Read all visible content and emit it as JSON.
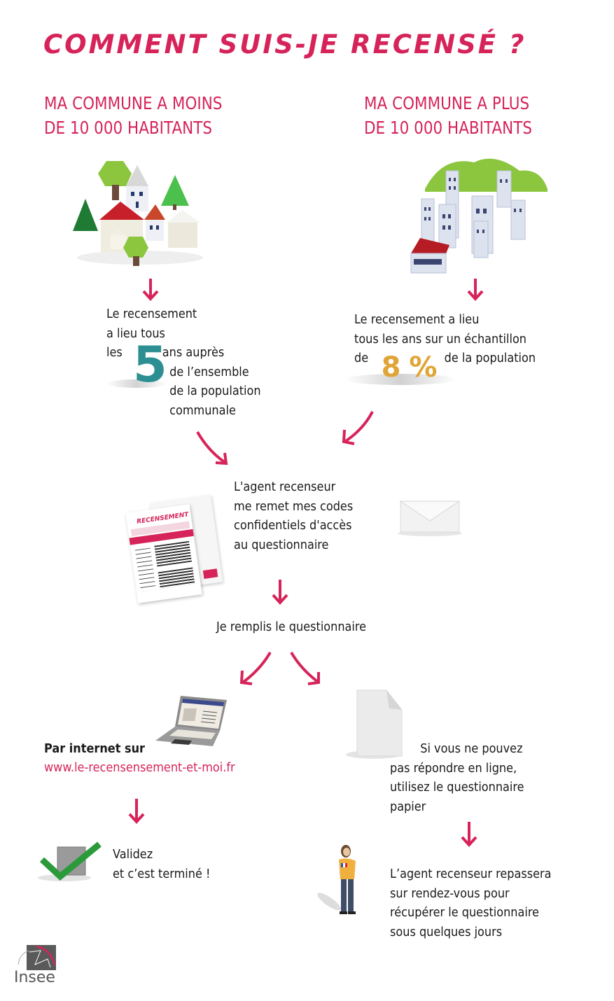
{
  "title": "COMMENT SUIS-JE RECENSÉ ?",
  "colors": {
    "accent": "#d6245a",
    "text": "#1a1a1a",
    "five_teal": "#2e8f92",
    "eight_gold": "#e0a536",
    "check_green": "#2a9a3a"
  },
  "left_column": {
    "heading_line1": "MA COMMUNE A MOINS",
    "heading_line2": "DE 10 000 HABITANTS",
    "text_line1": "Le recensement",
    "text_line2": "a lieu tous",
    "text_line3_before": "les",
    "big_number": "5",
    "text_line3_after": "ans auprès",
    "text_line4": "de l’ensemble",
    "text_line5": "de la population",
    "text_line6": "communale"
  },
  "right_column": {
    "heading_line1": "MA COMMUNE A PLUS",
    "heading_line2": "DE 10 000 HABITANTS",
    "text_line1": "Le recensement a lieu",
    "text_line2": "tous les ans sur un échantillon",
    "text_line3_before": "de",
    "big_number": "8 %",
    "text_line3_after": "de la population"
  },
  "agent_step": {
    "line1": "L'agent recenseur",
    "line2": "me remet mes codes",
    "line3": "confidentiels d'accès",
    "line4": "au questionnaire",
    "leaflet_title": "RECENSEMENT"
  },
  "fill_step": {
    "text": "Je remplis le questionnaire"
  },
  "internet_branch": {
    "label": "Par internet sur",
    "url": "www.le-recensensement-et-moi.fr",
    "validate_line1": "Validez",
    "validate_line2": "et c’est terminé !"
  },
  "paper_branch": {
    "line1": "Si vous ne pouvez",
    "line2": "pas répondre en ligne,",
    "line3": "utilisez le questionnaire",
    "line4": "papier",
    "agent_line1": "L’agent recenseur repassera",
    "agent_line2": "sur rendez-vous pour",
    "agent_line3": "récupérer le questionnaire",
    "agent_line4": "sous quelques jours"
  },
  "footer": {
    "logo_text": "Insee"
  }
}
